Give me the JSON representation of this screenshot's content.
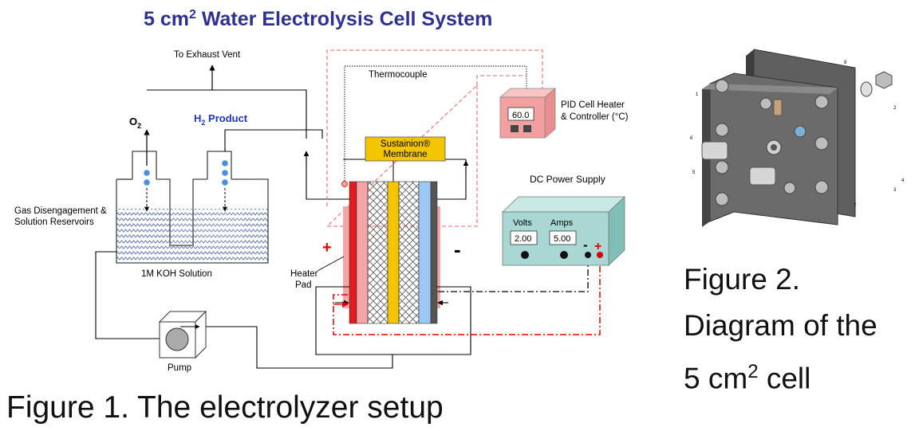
{
  "title": {
    "text": "5 cm",
    "sup": "2",
    "rest": " Water Electrolysis Cell System"
  },
  "labels": {
    "exhaust": "To Exhaust Vent",
    "o2": "O",
    "o2_sub": "2",
    "h2": "H",
    "h2_sub": "2",
    "h2_rest": " Product",
    "thermocouple": "Thermocouple",
    "pid_line1": "PID Cell Heater",
    "pid_line2": "& Controller (°C)",
    "pid_display": "60.0",
    "membrane_line1": "Sustainion®",
    "membrane_line2": "Membrane",
    "dc_title": "DC Power Supply",
    "volts_label": "Volts",
    "amps_label": "Amps",
    "volts_value": "2.00",
    "amps_value": "5.00",
    "minus_terminal": "-",
    "plus_terminal": "+",
    "reservoir_line1": "Gas Disengagement &",
    "reservoir_line2": "Solution Reservoirs",
    "koh": "1M KOH Solution",
    "heater_line1": "Heater",
    "heater_line2": "Pad",
    "plus_sign": "+",
    "minus_sign": "-",
    "pump": "Pump"
  },
  "figure2": {
    "part_numbers": [
      "1",
      "2",
      "3",
      "4",
      "5",
      "6",
      "7",
      "8"
    ]
  },
  "captions": {
    "fig1": "Figure 1. The electrolyzer setup",
    "fig2_line1": "Figure 2.",
    "fig2_line2": "Diagram of the",
    "fig2_line3a": "5 cm",
    "fig2_line3_sup": "2",
    "fig2_line3b": " cell"
  },
  "colors": {
    "title": "#2E3192",
    "h2_label": "#2233BB",
    "heater": "#F4A5A5",
    "anode_red": "#E41A1C",
    "membrane": "#F2C500",
    "cathode_blue": "#9CC8F2",
    "pid_box": "#F4A0A0",
    "dc_box": "#A9D7D3",
    "bubble": "#4A90E2"
  }
}
